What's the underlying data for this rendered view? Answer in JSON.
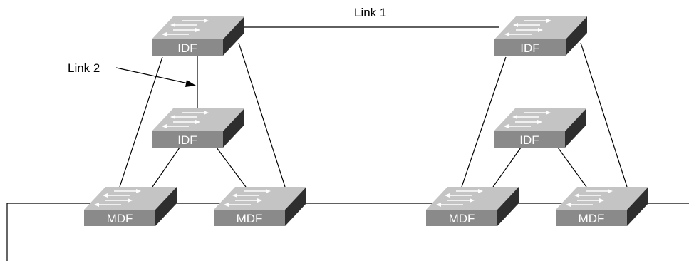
{
  "diagram": {
    "link_labels": {
      "link1": "Link 1",
      "link2": "Link 2"
    },
    "switches": [
      {
        "id": "left-top",
        "label": "IDF"
      },
      {
        "id": "left-mid",
        "label": "IDF"
      },
      {
        "id": "left-mdf-a",
        "label": "MDF"
      },
      {
        "id": "left-mdf-b",
        "label": "MDF"
      },
      {
        "id": "right-top",
        "label": "IDF"
      },
      {
        "id": "right-mid",
        "label": "IDF"
      },
      {
        "id": "right-mdf-a",
        "label": "MDF"
      },
      {
        "id": "right-mdf-b",
        "label": "MDF"
      }
    ],
    "colors": {
      "switch_front": "#8a8a8a",
      "switch_top": "#c4c4c4",
      "switch_side": "#2e2e2e",
      "line": "#000000"
    }
  }
}
